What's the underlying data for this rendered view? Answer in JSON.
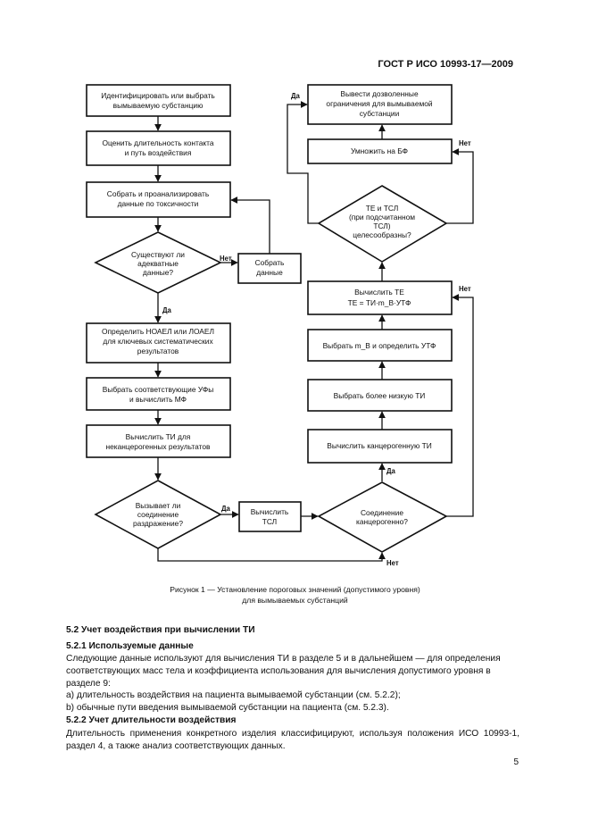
{
  "header": {
    "doc_id": "ГОСТ Р ИСО 10993-17—2009"
  },
  "flowchart": {
    "left": {
      "identify": [
        "Идентифицировать или выбрать",
        "вымываемую субстанцию"
      ],
      "estimate": [
        "Оценить длительность контакта",
        "и путь воздействия"
      ],
      "collect_analyze": [
        "Собрать и проанализировать",
        "данные по токсичности"
      ],
      "adequate_q": [
        "Существуют ли",
        "адекватные",
        "данные?"
      ],
      "collect_data": [
        "Собрать",
        "данные"
      ],
      "noael": [
        "Определить НОАЕЛ или ЛОАЕЛ",
        "для ключевых систематических",
        "результатов"
      ],
      "uf": [
        "Выбрать соответствующие УФы",
        "и вычислить МФ"
      ],
      "ti": [
        "Вычислить ТИ для",
        "неканцерогенных результатов"
      ],
      "irritant_q": [
        "Вызывает ли",
        "соединение",
        "раздражение?"
      ],
      "tcl": [
        "Вычислить",
        "ТСЛ"
      ]
    },
    "right": {
      "derive": [
        "Вывести дозволенные",
        "ограничения для вымываемой",
        "субстанции"
      ],
      "multiply": [
        "Умножить на БФ"
      ],
      "check_q": [
        "ТЕ и ТСЛ",
        "(при подсчитанном",
        "ТСЛ)",
        "целесообразны?"
      ],
      "calc_te": [
        "Вычислить ТЕ",
        "ТЕ = ТИ·m_B·УТФ"
      ],
      "select_mb": [
        "Выбрать m_B и определить УТФ"
      ],
      "lower_ti": [
        "Выбрать более низкую ТИ"
      ],
      "carc_ti": [
        "Вычислить канцерогенную ТИ"
      ],
      "carc_q": [
        "Соединение",
        "канцерогенно?"
      ]
    },
    "labels": {
      "yes": "Да",
      "no": "Нет"
    }
  },
  "caption": [
    "Рисунок  1 — Установление пороговых значений (допустимого уровня)",
    "для вымываемых субстанций"
  ],
  "section": {
    "s52": "5.2 Учет воздействия при вычислении ТИ",
    "s521": "5.2.1 Используемые данные",
    "p1": "Следующие данные используют для вычисления ТИ в разделе 5 и в дальнейшем — для определения соответствующих масс тела и коэффициента использования для вычисления допустимого уровня в разделе 9:",
    "item_a": "a)  длительность воздействия на пациента вымываемой субстанции (см. 5.2.2);",
    "item_b": "b)  обычные пути введения вымываемой субстанции на пациента (см. 5.2.3).",
    "s522": "5.2.2 Учет длительности воздействия",
    "p2": "Длительность применения конкретного изделия классифицируют, используя положения ИСО 10993-1, раздел 4, а также анализ соответствующих данных."
  },
  "page_number": "5"
}
